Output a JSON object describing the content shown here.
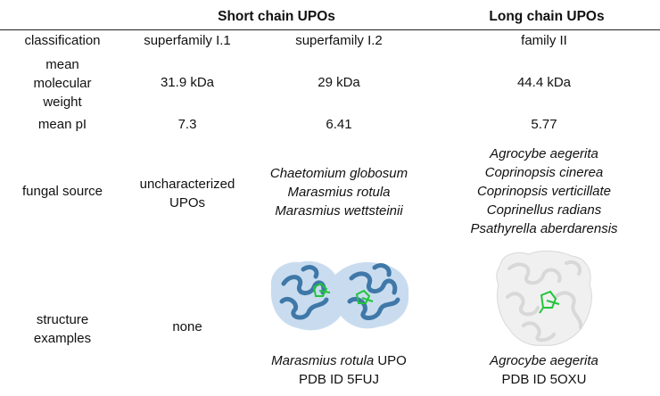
{
  "table": {
    "group_headers": {
      "short": "Short chain UPOs",
      "long": "Long chain UPOs"
    },
    "rows": {
      "classification": {
        "label": "classification",
        "sf11": "superfamily I.1",
        "sf12": "superfamily I.2",
        "fam2": "family II"
      },
      "mw": {
        "label_lines": [
          "mean",
          "molecular",
          "weight"
        ],
        "sf11": "31.9 kDa",
        "sf12": "29 kDa",
        "fam2": "44.4 kDa"
      },
      "pi": {
        "label": "mean pI",
        "sf11": "7.3",
        "sf12": "6.41",
        "fam2": "5.77"
      },
      "fungal": {
        "label": "fungal source",
        "sf11_lines": [
          "uncharacterized",
          "UPOs"
        ],
        "sf12_lines": [
          "Chaetomium globosum",
          "Marasmius rotula",
          "Marasmius wettsteinii"
        ],
        "fam2_lines": [
          "Agrocybe aegerita",
          "Coprinopsis cinerea",
          "Coprinopsis verticillate",
          "Coprinellus radians",
          "Psathyrella aberdarensis"
        ]
      },
      "structure": {
        "label_lines": [
          "structure",
          "examples"
        ],
        "sf11": "none",
        "sf12_caption_species": "Marasmius rotula",
        "sf12_caption_suffix": " UPO",
        "sf12_pdb": "PDB ID 5FUJ",
        "fam2_caption_species": "Agrocybe aegerita",
        "fam2_pdb": "PDB ID 5OXU"
      }
    }
  },
  "colors": {
    "short_protein": "#3f78a8",
    "short_surface": "#c9dcef",
    "long_protein": "#d8d8d8",
    "long_surface": "#f0f0f0",
    "ligand": "#22c43a"
  }
}
